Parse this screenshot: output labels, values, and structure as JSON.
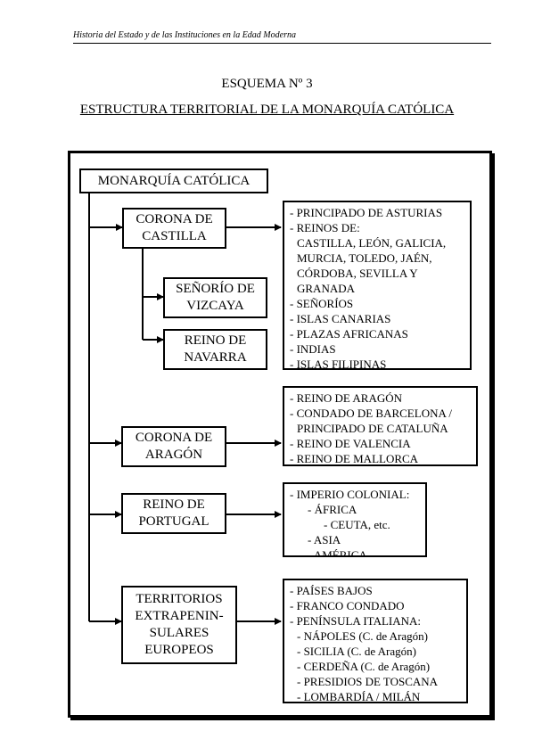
{
  "header": {
    "text": "Historia del Estado y de las Instituciones en la Edad Moderna"
  },
  "title": {
    "scheme": "ESQUEMA Nº 3",
    "subtitle": "ESTRUCTURA TERRITORIAL DE LA MONARQUÍA CATÓLICA"
  },
  "diagram": {
    "root": "MONARQUÍA CATÓLICA",
    "castilla": {
      "label": [
        "CORONA DE",
        "CASTILLA"
      ],
      "items": [
        "- PRINCIPADO DE ASTURIAS",
        "- REINOS DE:",
        "CASTILLA, LEÓN, GALICIA,",
        "MURCIA, TOLEDO, JAÉN,",
        "CÓRDOBA, SEVILLA Y",
        "GRANADA",
        "- SEÑORÍOS",
        "- ISLAS CANARIAS",
        "- PLAZAS AFRICANAS",
        "- INDIAS",
        "- ISLAS FILIPINAS"
      ]
    },
    "vizcaya": {
      "label": [
        "SEÑORÍO DE",
        "VIZCAYA"
      ]
    },
    "navarra": {
      "label": [
        "REINO DE",
        "NAVARRA"
      ]
    },
    "aragon": {
      "label": [
        "CORONA DE",
        "ARAGÓN"
      ],
      "items": [
        "- REINO DE ARAGÓN",
        "- CONDADO DE BARCELONA /",
        "PRINCIPADO DE CATALUÑA",
        "- REINO DE VALENCIA",
        "- REINO DE MALLORCA"
      ]
    },
    "portugal": {
      "label": [
        "REINO DE",
        "PORTUGAL"
      ],
      "items": [
        "- IMPERIO COLONIAL:",
        "- ÁFRICA",
        "- CEUTA, etc.",
        "- ASIA",
        "- AMÉRICA"
      ]
    },
    "europeos": {
      "label": [
        "TERRITORIOS",
        "EXTRAPENIN-",
        "SULARES",
        "EUROPEOS"
      ],
      "items": [
        "- PAÍSES BAJOS",
        "- FRANCO CONDADO",
        "- PENÍNSULA ITALIANA:",
        "- NÁPOLES (C. de Aragón)",
        "- SICILIA (C. de Aragón)",
        "- CERDEÑA (C. de Aragón)",
        "- PRESIDIOS DE TOSCANA",
        "- LOMBARDÍA / MILÁN"
      ]
    }
  }
}
